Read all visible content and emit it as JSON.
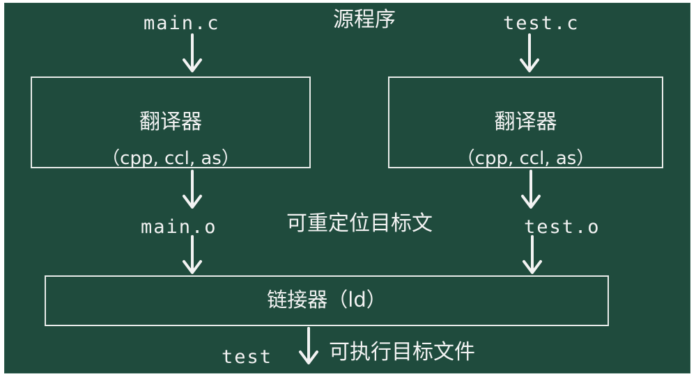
{
  "labels": {
    "main_c": "main.c",
    "test_c": "test.c",
    "source": "源程序",
    "main_o": "main.o",
    "test_o": "test.o",
    "relocatable": "可重定位目标文",
    "test_out": "test",
    "executable": "可执行目标文件"
  },
  "translator_left": {
    "title": "翻译器",
    "tools": "（cpp, ccl, as）"
  },
  "translator_right": {
    "title": "翻译器",
    "tools": "（cpp, ccl, as）"
  },
  "linker": {
    "title": "链接器（ld）"
  },
  "colors": {
    "board": "#1f4b3d",
    "chalk": "#f3f3f3"
  }
}
